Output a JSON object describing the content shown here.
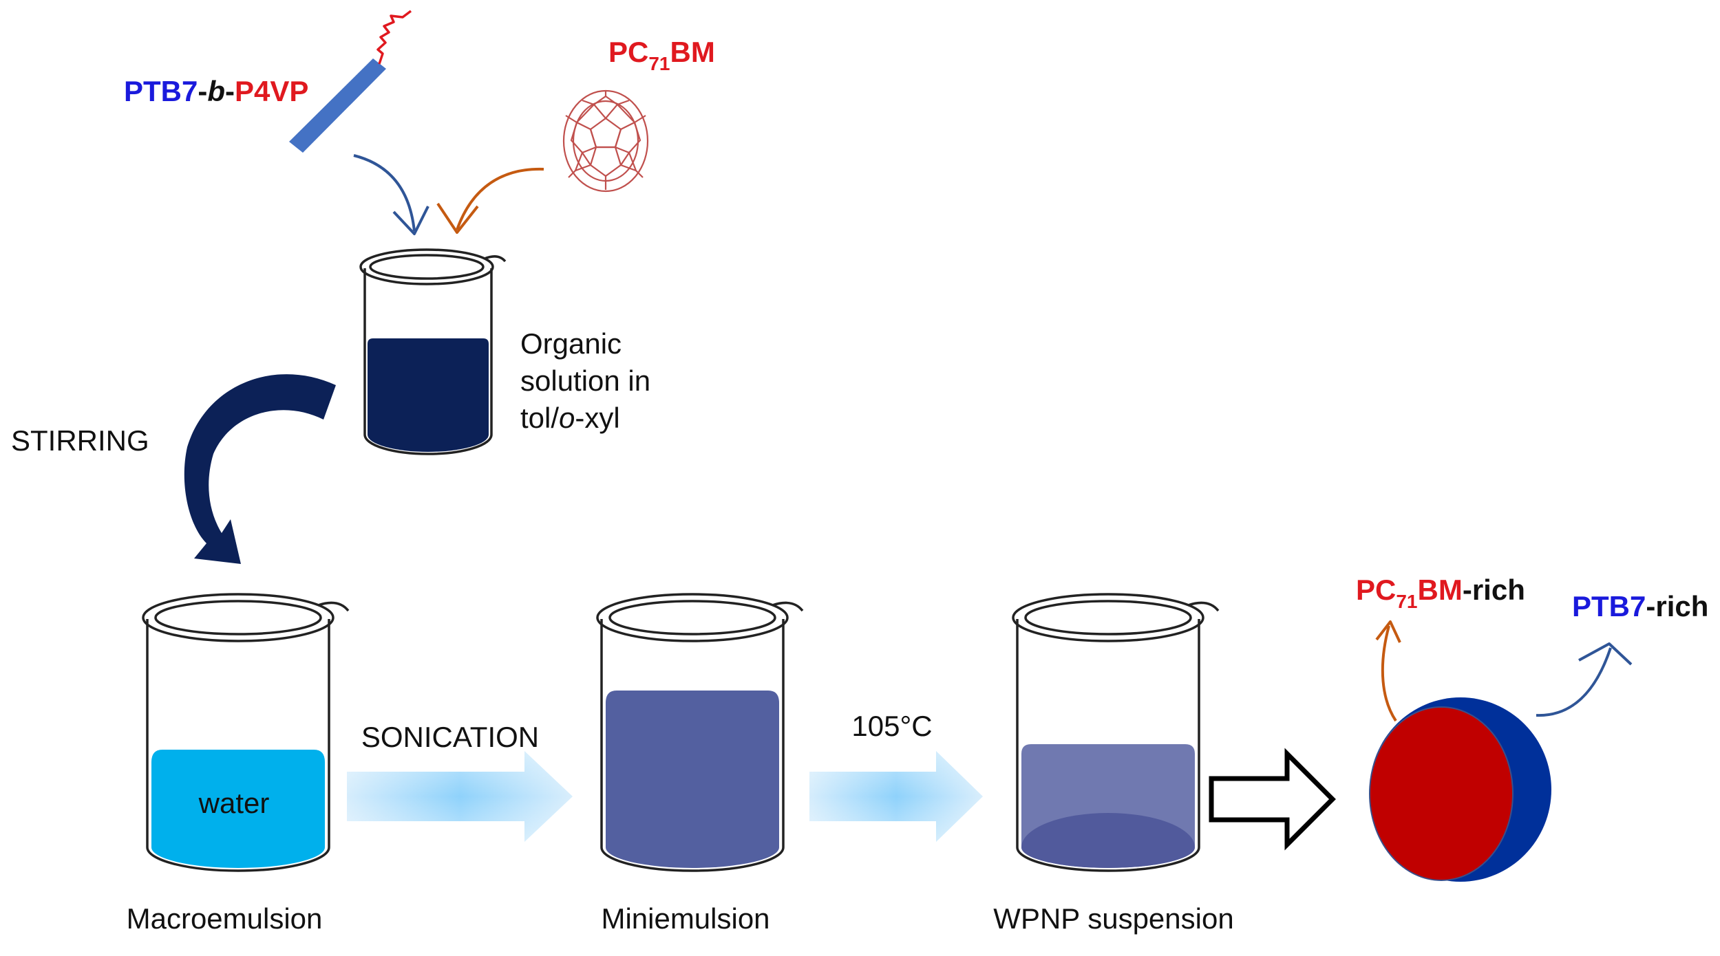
{
  "reactants": {
    "polymer": {
      "part1": "PTB7",
      "dash1": "-",
      "block": "b",
      "dash2": "-",
      "part2": "P4VP"
    },
    "fullerene": {
      "base": "PC",
      "sub": "71",
      "tail": "BM"
    }
  },
  "steps": {
    "organic_solution": [
      "Organic",
      "solution in",
      "tol/"
    ],
    "organic_solution_italic": "o",
    "organic_solution_tail": "-xyl",
    "stirring": "STIRRING",
    "water": "water",
    "sonication": "SONICATION",
    "temperature": "105°C"
  },
  "stages": {
    "macro": "Macroemulsion",
    "mini": "Miniemulsion",
    "wpnp": "WPNP suspension"
  },
  "particle": {
    "pcbm_rich": {
      "base": "PC",
      "sub": "71",
      "tail": "BM",
      "suffix": "-rich"
    },
    "ptb7_rich": {
      "base": "PTB7",
      "suffix": "-rich"
    }
  },
  "colors": {
    "ptb7_blue": "#1a1adc",
    "red": "#e0191f",
    "dark_navy": "#0c2157",
    "water_cyan": "#00b0ec",
    "mini_purple": "#5360a0",
    "wpnp_upper": "#7079b0",
    "wpnp_lower": "#515a9c",
    "particle_red": "#c00000",
    "particle_navy": "#00309a",
    "arrow_blue": "#2f5597",
    "arrow_orange": "#c55a11",
    "rod_blue": "#4472c4",
    "fullerene_brown": "#c0504d"
  }
}
